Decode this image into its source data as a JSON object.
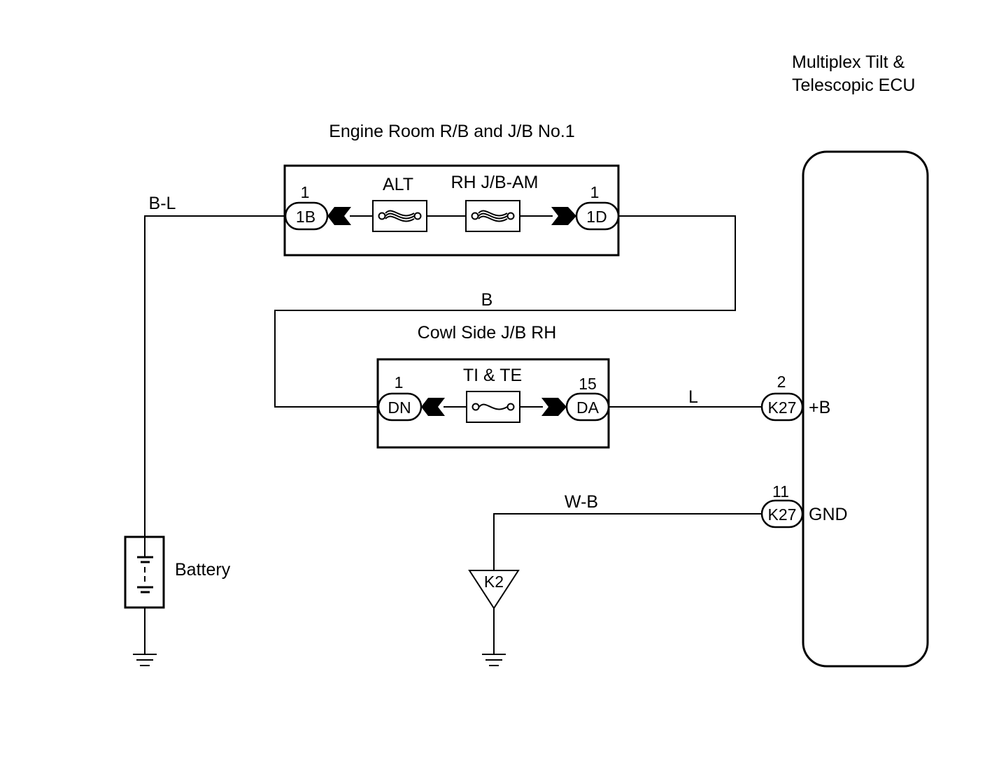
{
  "labels": {
    "ecu_name_line1": "Multiplex Tilt &",
    "ecu_name_line2": "Telescopic ECU",
    "engine_room_block": "Engine Room R/B and J/B No.1",
    "cowl_side_block": "Cowl Side J/B RH",
    "battery": "Battery"
  },
  "fuses": {
    "alt": "ALT",
    "rh_jb_am": "RH J/B-AM",
    "ti_te": "TI & TE"
  },
  "connectors": {
    "c1b": {
      "id": "1B",
      "pin": "1"
    },
    "c1d": {
      "id": "1D",
      "pin": "1"
    },
    "cdn": {
      "id": "DN",
      "pin": "1"
    },
    "cda": {
      "id": "DA",
      "pin": "15"
    },
    "k27_b": {
      "id": "K27",
      "pin": "2",
      "terminal": "+B"
    },
    "k27_gnd": {
      "id": "K27",
      "pin": "11",
      "terminal": "GND"
    }
  },
  "wires": {
    "bl": "B-L",
    "b": "B",
    "l": "L",
    "wb": "W-B"
  },
  "ground_point": "K2"
}
